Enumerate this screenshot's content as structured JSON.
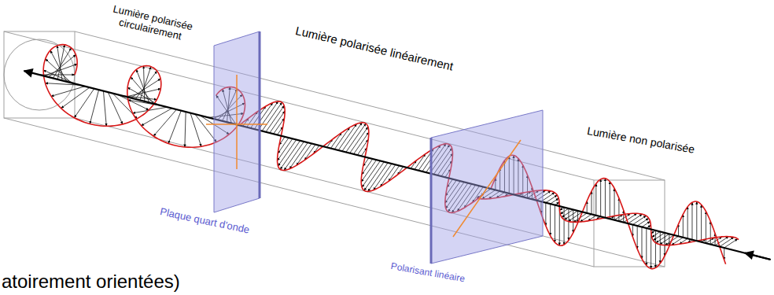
{
  "diagram": {
    "labels": [
      "Lumière polarisée circulairement",
      "Lumière polarisée linéairement",
      "Lumière non polarisée",
      "Plaque quart d'onde",
      "Polarisant linéaire",
      "atoirement orientées)"
    ]
  }
}
